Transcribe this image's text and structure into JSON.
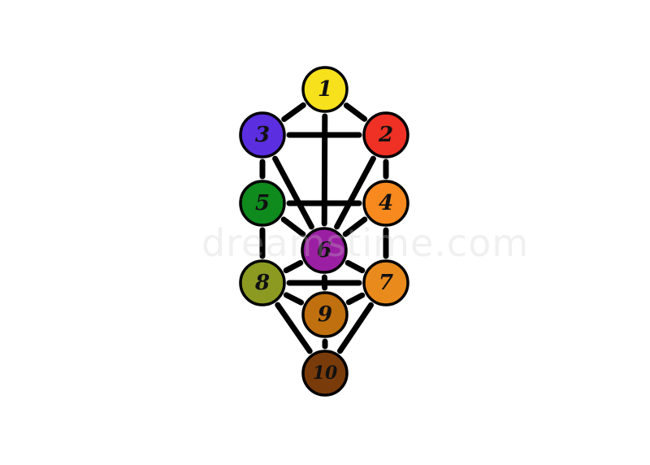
{
  "diagram": {
    "colors": {
      "line": "#000000",
      "background": "#ffffff"
    },
    "nodes": [
      {
        "id": "1",
        "label": "1",
        "color": "#f7e11c"
      },
      {
        "id": "2",
        "label": "2",
        "color": "#ee3124"
      },
      {
        "id": "3",
        "label": "3",
        "color": "#5b2ee0"
      },
      {
        "id": "4",
        "label": "4",
        "color": "#f7891e"
      },
      {
        "id": "5",
        "label": "5",
        "color": "#0f8a1d"
      },
      {
        "id": "6",
        "label": "6",
        "color": "#9b1fa3"
      },
      {
        "id": "7",
        "label": "7",
        "color": "#e88a1c"
      },
      {
        "id": "8",
        "label": "8",
        "color": "#8c9a22"
      },
      {
        "id": "9",
        "label": "9",
        "color": "#c1700f"
      },
      {
        "id": "10",
        "label": "10",
        "color": "#7a3b0a"
      }
    ],
    "edges": [
      [
        "1",
        "2"
      ],
      [
        "1",
        "3"
      ],
      [
        "1",
        "6"
      ],
      [
        "2",
        "3"
      ],
      [
        "2",
        "4"
      ],
      [
        "2",
        "6"
      ],
      [
        "3",
        "5"
      ],
      [
        "3",
        "6"
      ],
      [
        "4",
        "5"
      ],
      [
        "4",
        "6"
      ],
      [
        "4",
        "7"
      ],
      [
        "5",
        "6"
      ],
      [
        "5",
        "8"
      ],
      [
        "6",
        "7"
      ],
      [
        "6",
        "8"
      ],
      [
        "6",
        "9"
      ],
      [
        "7",
        "8"
      ],
      [
        "7",
        "9"
      ],
      [
        "7",
        "10"
      ],
      [
        "8",
        "9"
      ],
      [
        "8",
        "10"
      ],
      [
        "9",
        "10"
      ]
    ]
  },
  "watermark": "dreamstime.com"
}
